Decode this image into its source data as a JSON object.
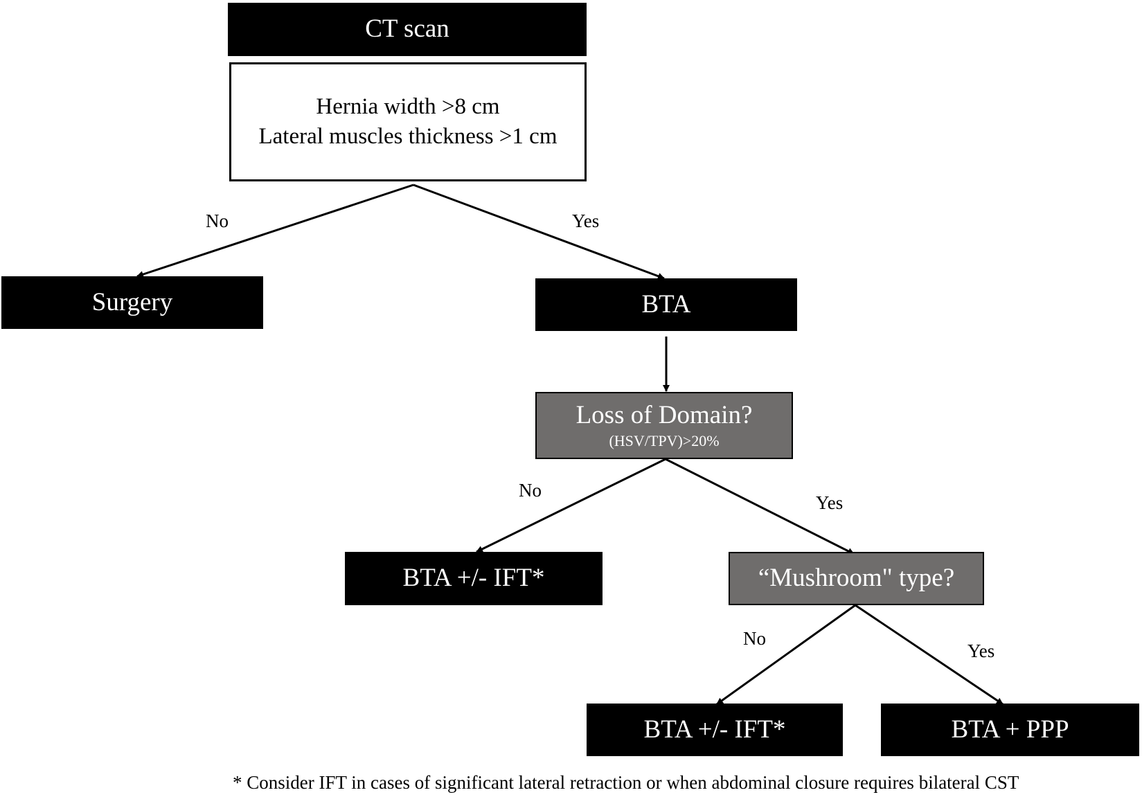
{
  "nodes": {
    "ct_scan": {
      "label": "CT scan"
    },
    "criteria": {
      "line1": "Hernia width >8 cm",
      "line2": "Lateral muscles thickness >1 cm"
    },
    "surgery": {
      "label": "Surgery"
    },
    "bta": {
      "label": "BTA"
    },
    "loss_of_domain": {
      "label": "Loss of Domain?",
      "sublabel": "(HSV/TPV)>20%"
    },
    "bta_ift_1": {
      "label": "BTA +/- IFT*"
    },
    "mushroom": {
      "label": "“Mushroom\" type?"
    },
    "bta_ift_2": {
      "label": "BTA +/- IFT*"
    },
    "bta_ppp": {
      "label": "BTA + PPP"
    }
  },
  "edges": {
    "criteria_no": "No",
    "criteria_yes": "Yes",
    "lod_no": "No",
    "lod_yes": "Yes",
    "mushroom_no": "No",
    "mushroom_yes": "Yes"
  },
  "footnote": "* Consider IFT in cases of significant lateral retraction or when abdominal closure requires bilateral CST",
  "colors": {
    "terminal_box": "#000000",
    "decision_box": "#6f6d6c",
    "criteria_box": "#ffffff",
    "line": "#000000"
  }
}
